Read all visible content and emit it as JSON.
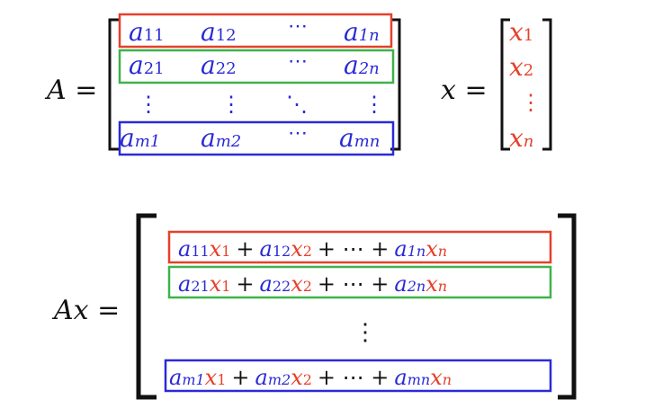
{
  "colors": {
    "blue": "#2a2ad6",
    "red": "#e5402a",
    "green": "#3fb24a",
    "black": "#111111"
  },
  "top": {
    "A_label": "A =",
    "x_label": "x =",
    "matrix": {
      "row1": {
        "c1": "a",
        "c1s": "11",
        "c2": "a",
        "c2s": "12",
        "dots": "⋯",
        "c3": "a",
        "c3s": "1n"
      },
      "row2": {
        "c1": "a",
        "c1s": "21",
        "c2": "a",
        "c2s": "22",
        "dots": "⋯",
        "c3": "a",
        "c3s": "2n"
      },
      "vdots": "⋮",
      "ddots": "⋱",
      "rowm": {
        "c1": "a",
        "c1s": "m1",
        "c2": "a",
        "c2s": "m2",
        "dots": "⋯",
        "c3": "a",
        "c3s": "mn"
      }
    },
    "vector": {
      "e1": "x",
      "e1s": "1",
      "e2": "x",
      "e2s": "2",
      "vdots": "⋮",
      "en": "x",
      "ens": "n"
    }
  },
  "bottom": {
    "Ax_label": "Ax =",
    "row1": {
      "a1": "a",
      "a1s": "11",
      "x1": "x",
      "x1s": "1",
      "plus1": "+",
      "a2": "a",
      "a2s": "12",
      "x2": "x",
      "x2s": "2",
      "plus2": "+ ⋯ +",
      "an": "a",
      "ans": "1n",
      "xn": "x",
      "xns": "n"
    },
    "row2": {
      "a1": "a",
      "a1s": "21",
      "x1": "x",
      "x1s": "1",
      "plus1": "+",
      "a2": "a",
      "a2s": "22",
      "x2": "x",
      "x2s": "2",
      "plus2": "+ ⋯ +",
      "an": "a",
      "ans": "2n",
      "xn": "x",
      "xns": "n"
    },
    "vdots": "⋮",
    "rowm": {
      "a1": "a",
      "a1s": "m1",
      "x1": "x",
      "x1s": "1",
      "plus1": "+",
      "a2": "a",
      "a2s": "m2",
      "x2": "x",
      "x2s": "2",
      "plus2": "+ ⋯ +",
      "an": "a",
      "ans": "mn",
      "xn": "x",
      "xns": "n"
    }
  }
}
